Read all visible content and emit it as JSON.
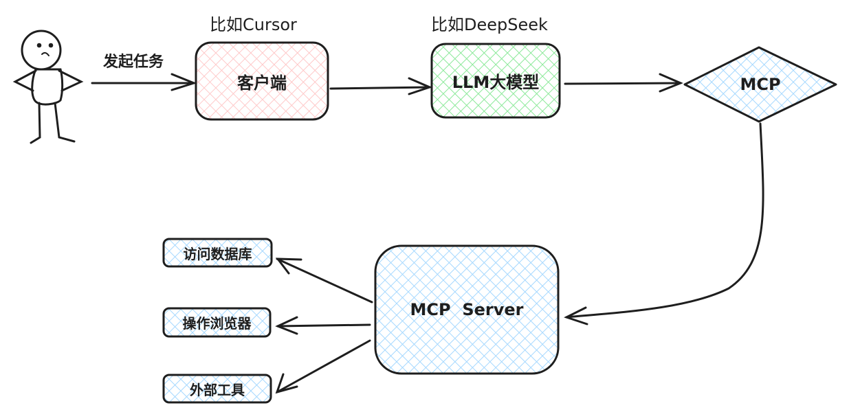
{
  "actor": {
    "icon": "stick-figure-user"
  },
  "edges": {
    "user_to_client": {
      "label": "发起任务"
    }
  },
  "nodes": {
    "client": {
      "label": "客户端",
      "caption": "比如Cursor",
      "fill": "#ffc9c9"
    },
    "llm": {
      "label": "LLM大模型",
      "caption": "比如DeepSeek",
      "fill": "#b2f2bb"
    },
    "mcp": {
      "label": "MCP",
      "fill": "#a5d8ff"
    },
    "mcp_server": {
      "label": "MCP  Server",
      "fill": "#a5d8ff"
    }
  },
  "tools": [
    {
      "label": "访问数据库"
    },
    {
      "label": "操作浏览器"
    },
    {
      "label": "外部工具"
    }
  ]
}
